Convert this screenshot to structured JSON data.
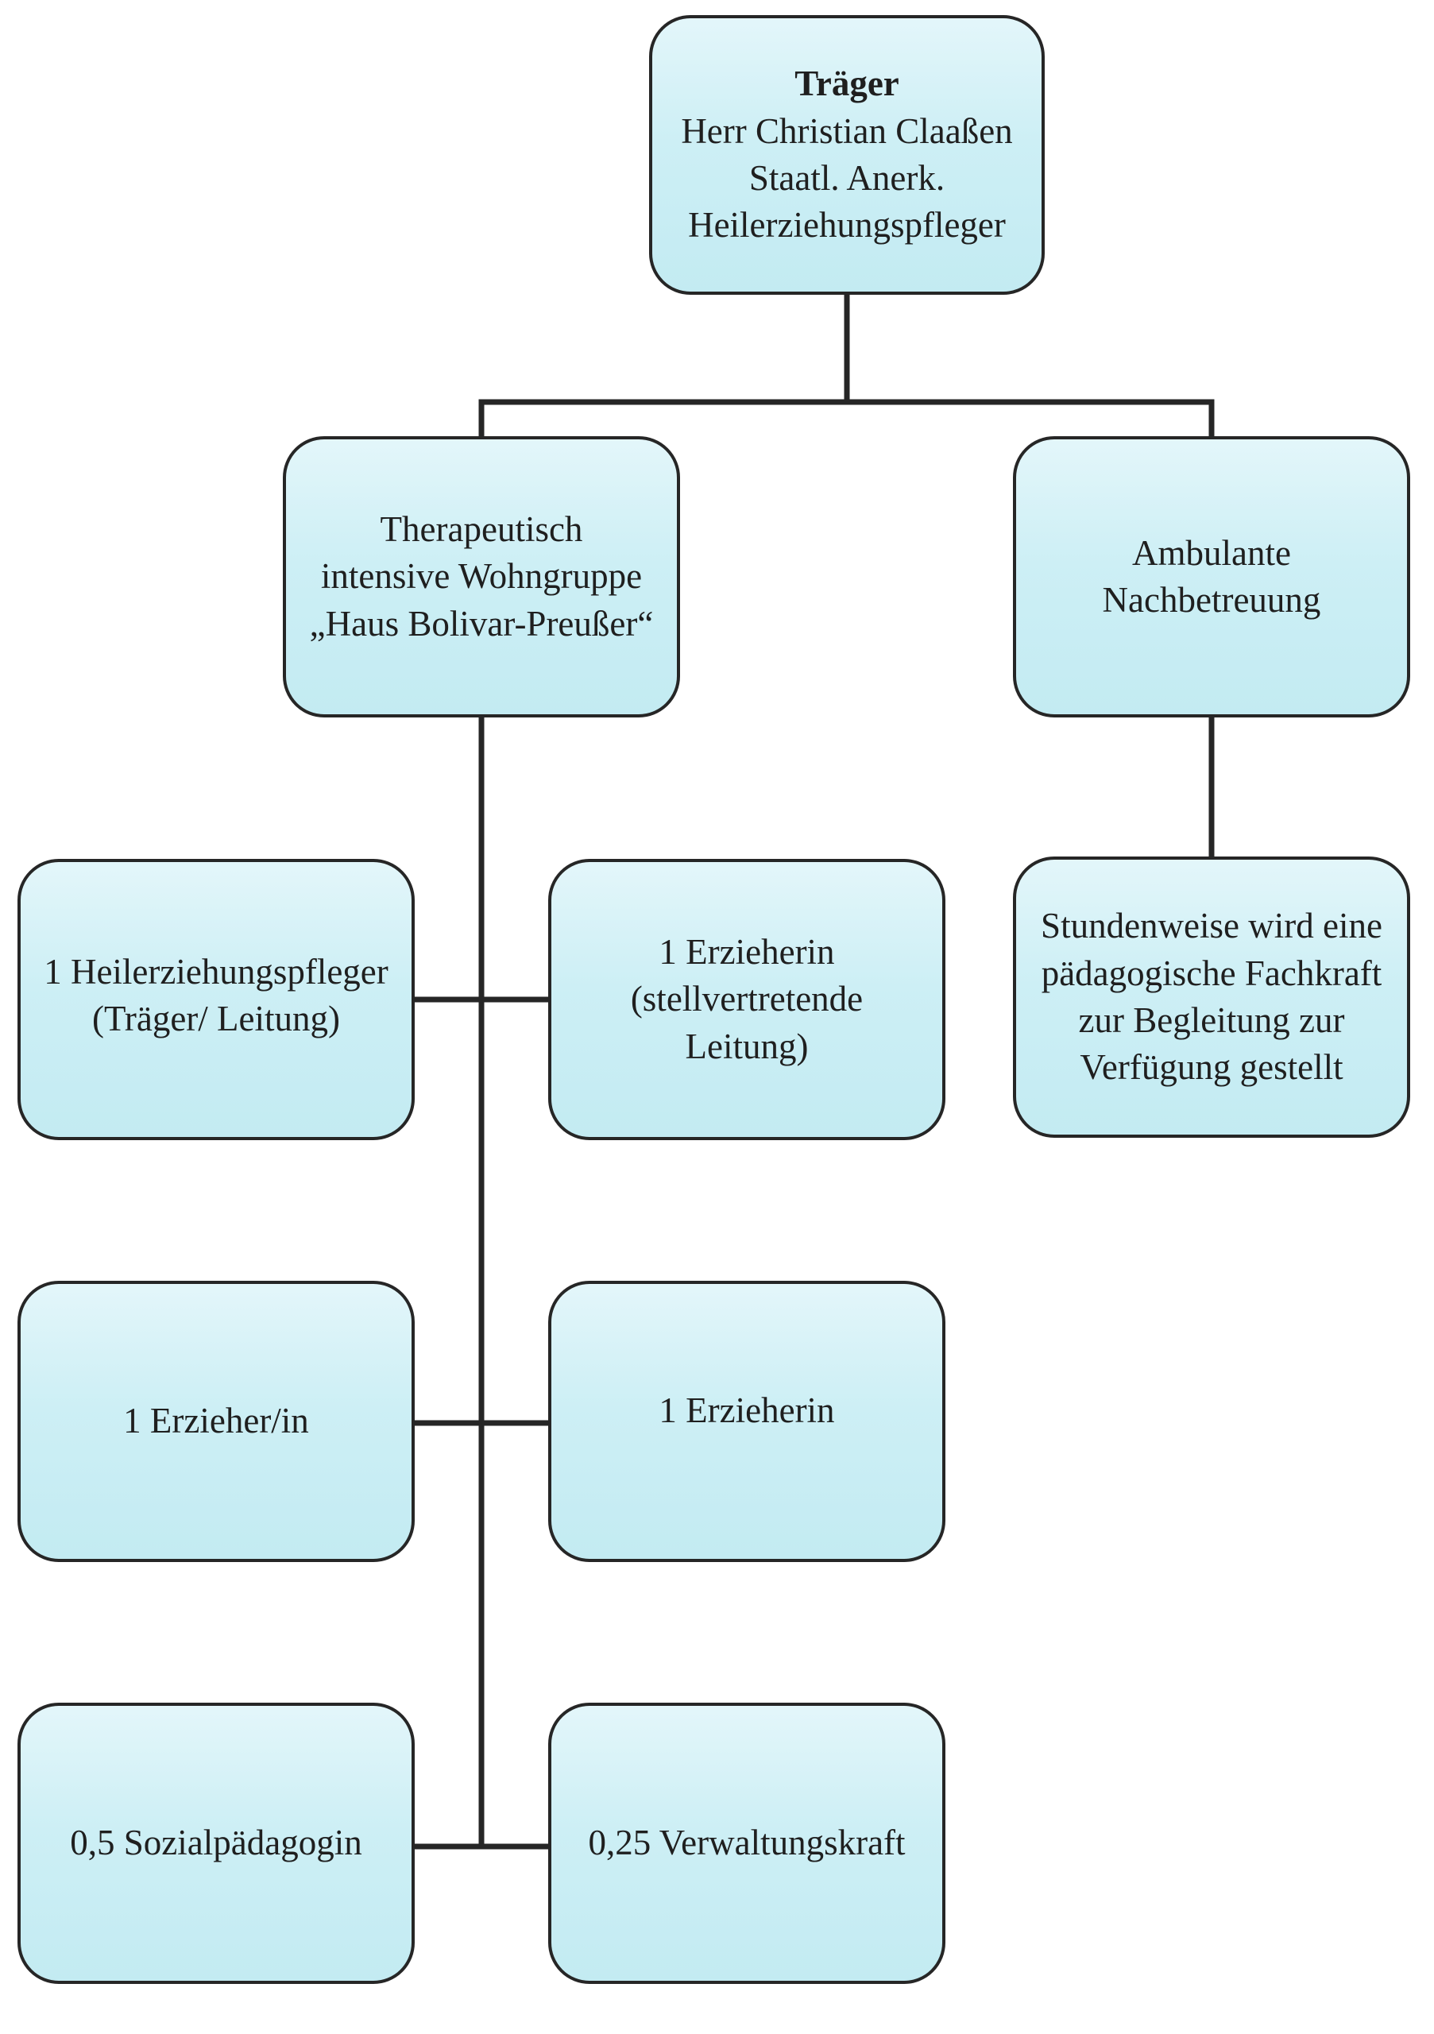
{
  "org_chart": {
    "root": {
      "title": "Träger",
      "lines": [
        "Herr Christian Claaßen",
        "Staatl. Anerk.",
        "Heilerziehungspfleger"
      ]
    },
    "wohngruppe": {
      "lines": [
        "Therapeutisch",
        "intensive Wohngruppe",
        "„Haus Bolivar-Preußer“"
      ]
    },
    "ambulant": {
      "lines": [
        "Ambulante",
        "Nachbetreuung"
      ]
    },
    "stundenweise": {
      "lines": [
        "Stundenweise wird eine",
        "pädagogische Fachkraft",
        "zur Begleitung zur",
        "Verfügung gestellt"
      ]
    },
    "heilerziehungspfleger": {
      "lines": [
        "1 Heilerziehungspfleger",
        "(Träger/ Leitung)"
      ]
    },
    "erzieherin_stellv": {
      "lines": [
        "1 Erzieherin",
        "(stellvertretende",
        "Leitung)"
      ]
    },
    "erzieher_in": {
      "lines": [
        "1 Erzieher/in"
      ]
    },
    "erzieherin": {
      "lines": [
        "1 Erzieherin"
      ]
    },
    "sozialpaedagogin": {
      "lines": [
        "0,5 Sozialpädagogin"
      ]
    },
    "verwaltungskraft": {
      "lines": [
        "0,25 Verwaltungskraft"
      ]
    }
  }
}
